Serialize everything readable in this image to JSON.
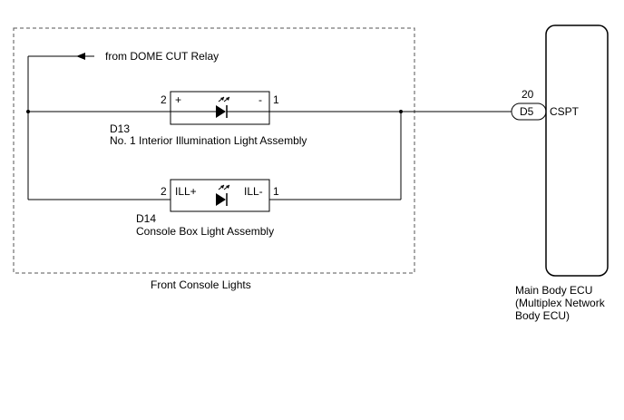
{
  "group": {
    "label": "Front Console Lights"
  },
  "feed": {
    "label": "from DOME CUT Relay"
  },
  "component_d13": {
    "code": "D13",
    "name": "No. 1 Interior Illumination Light Assembly",
    "pin_left": "2",
    "pin_right": "1",
    "terminal_left": "+",
    "terminal_right": "-"
  },
  "component_d14": {
    "code": "D14",
    "name": "Console Box Light Assembly",
    "pin_left": "2",
    "pin_right": "1",
    "terminal_left": "ILL+",
    "terminal_right": "ILL-"
  },
  "ecu": {
    "connector": "D5",
    "pin": "20",
    "terminal": "CSPT",
    "name_line1": "Main Body ECU",
    "name_line2": "(Multiplex Network",
    "name_line3": "Body ECU)"
  }
}
